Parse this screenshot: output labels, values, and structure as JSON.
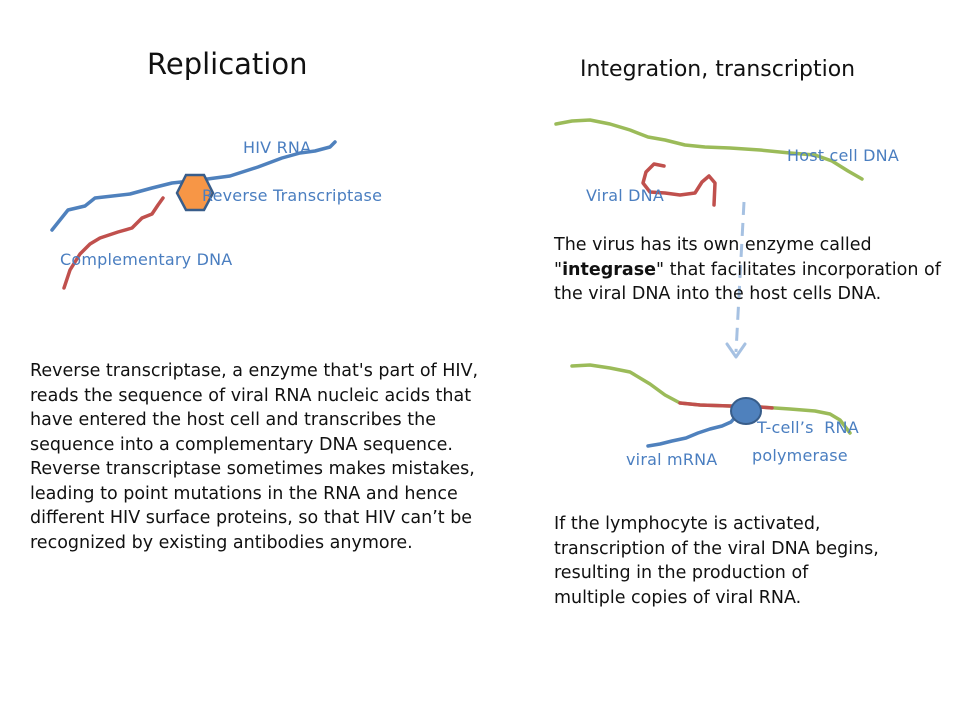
{
  "left": {
    "title": "Replication",
    "labels": {
      "hiv_rna": "HIV RNA",
      "reverse_transcriptase": "Reverse Transcriptase",
      "complementary_dna": "Complementary DNA"
    },
    "description": [
      "Reverse transcriptase, a enzyme that's part of HIV, reads the sequence of viral RNA nucleic acids that have entered the host cell and transcribes the sequence into a complementary DNA sequence.",
      "Reverse transcriptase sometimes makes mistakes, leading to point mutations in the RNA and hence different HIV surface proteins, so that HIV can’t be recognized by existing antibodies anymore."
    ]
  },
  "right": {
    "title": "Integration, transcription",
    "labels": {
      "host_cell_dna": "Host cell DNA",
      "viral_dna": "Viral DNA",
      "tcell_rna": "T-cell’s  RNA",
      "polymerase": "polymerase",
      "viral_mrna": "viral mRNA"
    },
    "integrase_text": {
      "before": "The virus has its own enzyme called \"",
      "bold": "integrase",
      "after": "\" that facilitates incorporation of the viral DNA into the host cells DNA."
    },
    "transcription_text": "If the lymphocyte is activated, transcription of the viral DNA begins, resulting in the production of multiple copies of viral RNA."
  },
  "colors": {
    "rna_blue": "#4f81bd",
    "dna_red": "#c0504d",
    "host_green": "#9bbb59",
    "enzyme_orange": "#f79646",
    "label_blue": "#4a7ec0",
    "polymerase_blue": "#4f81bd"
  }
}
